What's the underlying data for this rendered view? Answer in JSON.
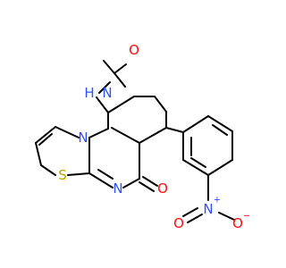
{
  "molecule": {
    "atoms": {
      "o_top": {
        "text": "O",
        "color": "#ff0d0d"
      },
      "nh": {
        "text": "H",
        "n": "N",
        "color": "#3050f8"
      },
      "n_fused": {
        "text": "N",
        "color": "#3050f8"
      },
      "s": {
        "text": "S",
        "color": "#b8a300"
      },
      "n_ring": {
        "text": "N",
        "color": "#3050f8"
      },
      "o_bottom": {
        "text": "O",
        "color": "#ff0d0d"
      },
      "n_nitro": {
        "text": "N",
        "color": "#3050f8",
        "charge": "+"
      },
      "o_nitro_left": {
        "text": "O",
        "color": "#ff0d0d"
      },
      "o_nitro_right": {
        "text": "O",
        "color": "#ff0d0d",
        "charge": "−"
      }
    },
    "bond_color": "#000000"
  }
}
